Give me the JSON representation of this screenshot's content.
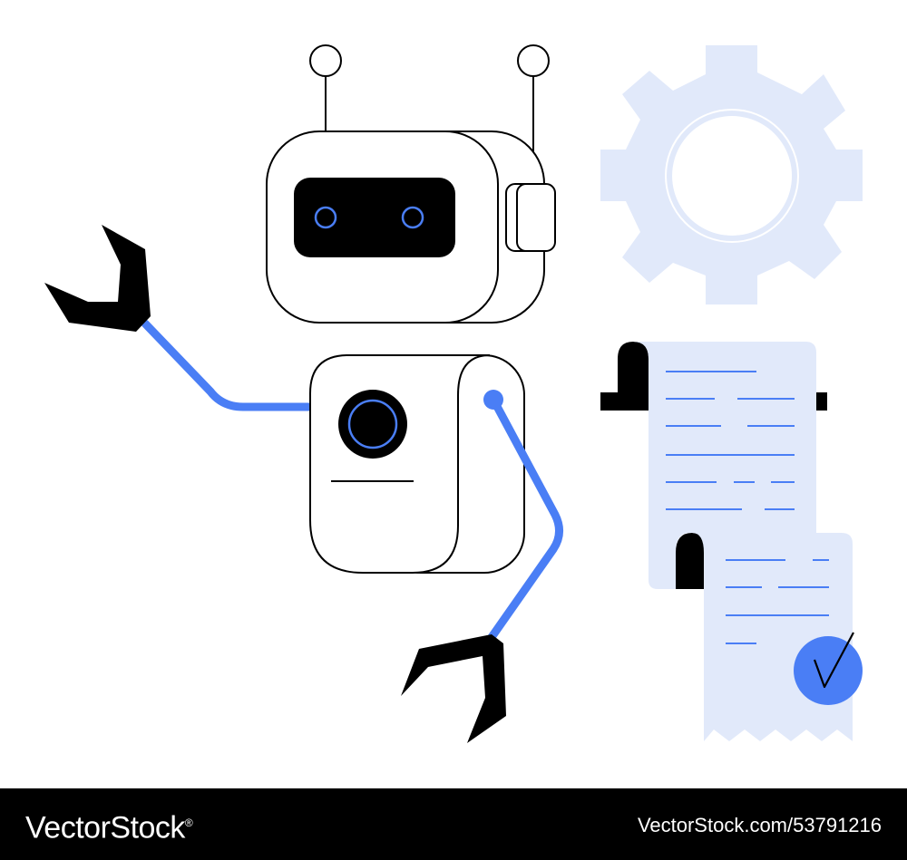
{
  "colors": {
    "ink": "#000000",
    "accent_blue": "#4a7ef5",
    "pale_blue": "#e1e9fa",
    "background": "#ffffff",
    "footer_background": "#000000",
    "footer_text": "#ffffff"
  },
  "footer": {
    "brand": "VectorStock",
    "registered_mark": "®",
    "stock_id": "VectorStock.com/53791216"
  },
  "illustration": {
    "robot": {
      "parts": [
        "antenna-left",
        "antenna-right",
        "head",
        "visor",
        "eye-left",
        "eye-right",
        "ear-module",
        "body",
        "body-lens",
        "body-slot",
        "shoulder-joint",
        "arm-left",
        "arm-right",
        "claw-left",
        "claw-right"
      ]
    },
    "icons": [
      "gear-icon",
      "paper-scroll-icon",
      "receipt-icon",
      "checkmark-icon"
    ]
  }
}
